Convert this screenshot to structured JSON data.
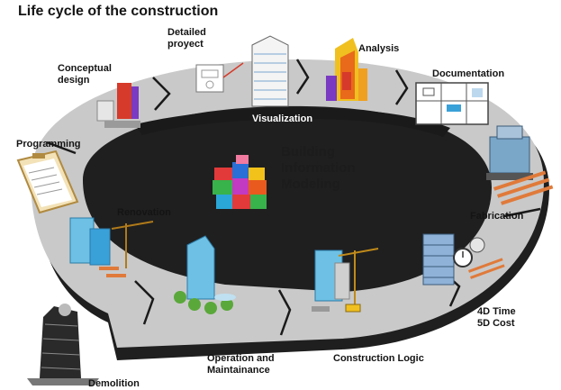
{
  "title": "Life cycle of the construction",
  "center": {
    "lines": [
      "Building",
      "Information",
      "Modeling"
    ]
  },
  "ring_label": "Visualization",
  "stages": {
    "conceptual_design": "Conceptual\ndesign",
    "detailed_project": "Detailed\nproyect",
    "analysis": "Analysis",
    "documentation": "Documentation",
    "programming": "Programming",
    "fabrication": "Fabrication",
    "renovation": "Renovation",
    "time_cost": "4D Time\n5D Cost",
    "operation": "Operation and\nMaintainance",
    "construction_logic": "Construction Logic",
    "demolition": "Demolition"
  },
  "colors": {
    "ring_top": "#c9c9c9",
    "ring_side": "#1f1f1f",
    "accent_blue": "#3aa0d8",
    "accent_red": "#d63a2a",
    "accent_orange": "#f0a020"
  }
}
